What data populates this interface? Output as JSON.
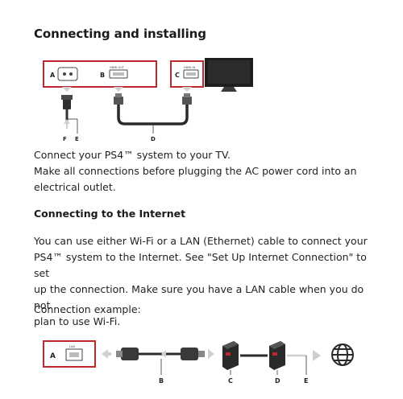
{
  "section1": {
    "title": "Connecting and installing",
    "paragraph_lines": [
      "Connect your PS4™ system to your TV.",
      "Make all connections before plugging the AC power cord into an",
      "electrical outlet."
    ],
    "diagram_labels": {
      "a": "A",
      "b": "B",
      "c": "C",
      "d": "D",
      "e": "E",
      "f": "F",
      "hdmi_out": "HDMI OUT",
      "hdmi_in": "HDMI IN"
    }
  },
  "section2": {
    "title": "Connecting to the Internet",
    "paragraph_lines": [
      "You can use either Wi-Fi or a LAN (Ethernet) cable to connect your",
      "PS4™ system to the Internet. See \"Set Up Internet Connection\" to set",
      "up the connection. Make sure you have a LAN cable when you do not",
      "plan to use Wi-Fi."
    ],
    "example_label": "Connection example:",
    "diagram_labels": {
      "a": "A",
      "b": "B",
      "c": "C",
      "d": "D",
      "e": "E",
      "lan": "LAN"
    }
  },
  "colors": {
    "accent": "#c0262d",
    "line": "#333333",
    "light_gray": "#cfcfcf"
  }
}
